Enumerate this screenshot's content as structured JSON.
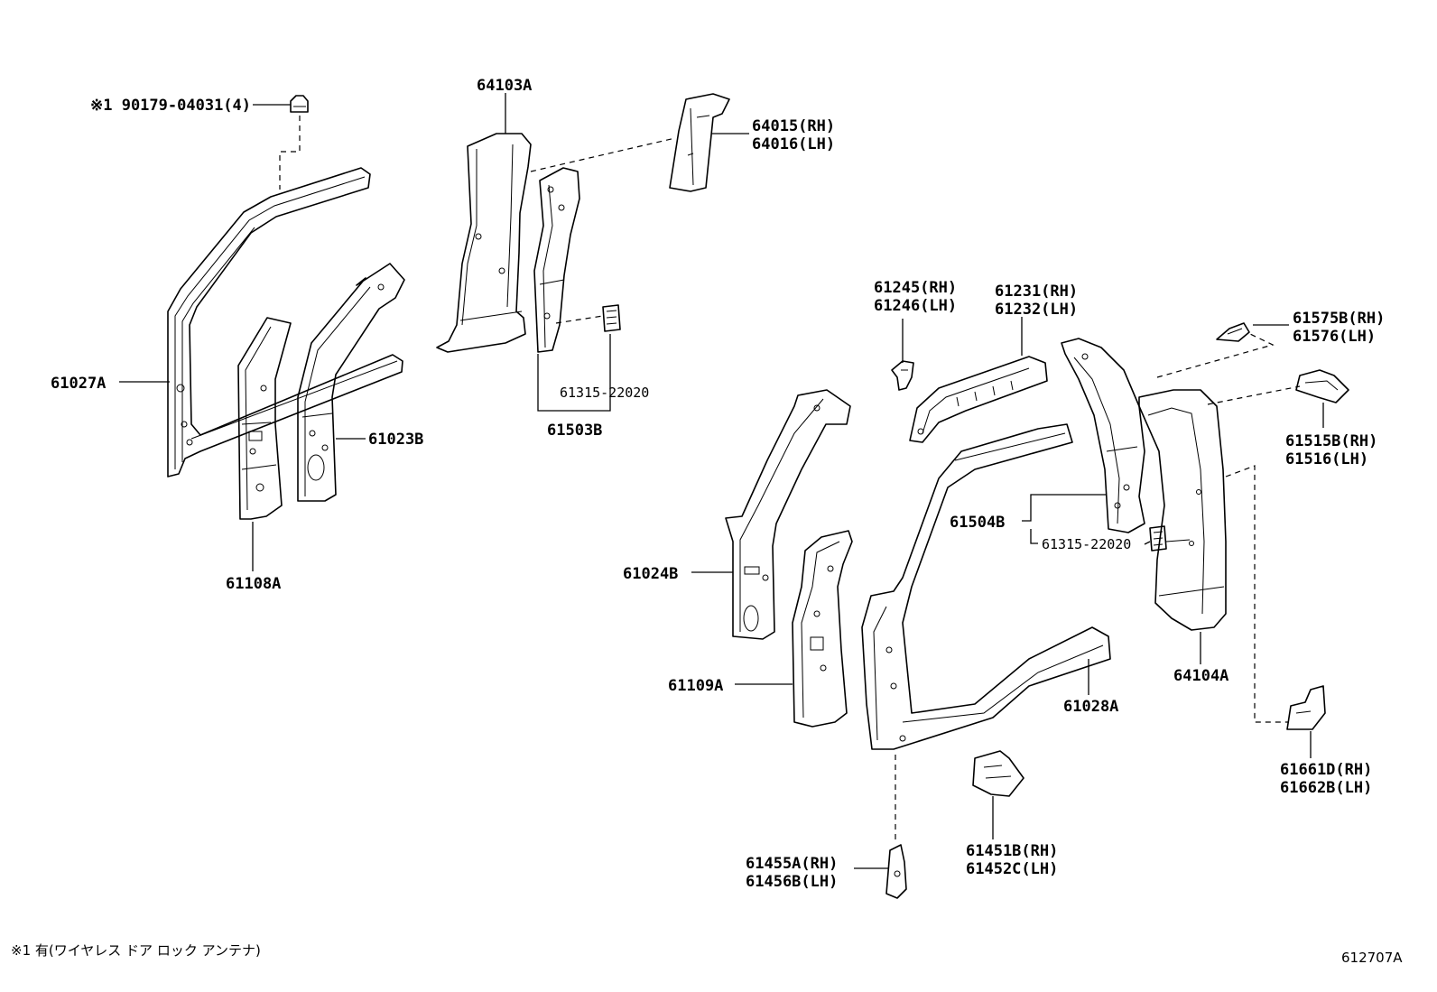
{
  "labels": {
    "l_90179": "※1 90179-04031(4)",
    "l_64103a": "64103A",
    "l_64015": "64015(RH)",
    "l_64016": "64016(LH)",
    "l_61027a": "61027A",
    "l_61023b": "61023B",
    "l_61108a": "61108A",
    "l_61315_a": "61315-22020",
    "l_61503b": "61503B",
    "l_61245": "61245(RH)",
    "l_61246": "61246(LH)",
    "l_61231": "61231(RH)",
    "l_61232": "61232(LH)",
    "l_61575b": "61575B(RH)",
    "l_61576": "61576(LH)",
    "l_61515b": "61515B(RH)",
    "l_61516": "61516(LH)",
    "l_61024b": "61024B",
    "l_61504b": "61504B",
    "l_61315_b": "61315-22020",
    "l_61109a": "61109A",
    "l_61028a": "61028A",
    "l_64104a": "64104A",
    "l_61661d": "61661D(RH)",
    "l_61662b": "61662B(LH)",
    "l_61455a": "61455A(RH)",
    "l_61456b": "61456B(LH)",
    "l_61451b": "61451B(RH)",
    "l_61452c": "61452C(LH)"
  },
  "footnote": "※1 有(ワイヤレス ドア ロック アンテナ)",
  "figure_id": "612707A"
}
